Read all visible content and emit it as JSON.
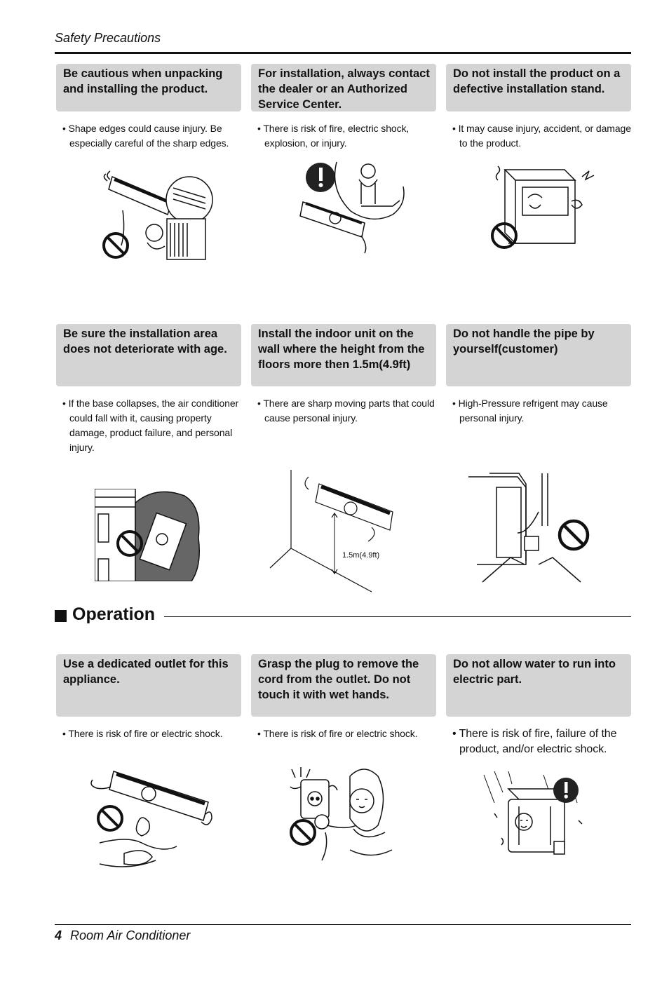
{
  "header": {
    "title": "Safety Precautions"
  },
  "cells": [
    {
      "title": "Be cautious when unpacking and installing the product.",
      "text": "Shape edges could cause injury. Be especially careful of the sharp edges."
    },
    {
      "title": "For installation, always contact the dealer or an Authorized Service Center.",
      "text": "There is risk of fire, electric shock, explosion, or injury."
    },
    {
      "title": "Do not install the product on a defective installation stand.",
      "text": "It may cause injury, accident, or damage to the product."
    },
    {
      "title": "Be sure the installation area does not deteriorate with age.",
      "text": "If the base collapses, the air conditioner could fall with it, causing property damage, product failure, and personal injury."
    },
    {
      "title": "Install the indoor unit on the wall where the height from the floors more then 1.5m(4.9ft)",
      "text": "There are sharp moving parts that could cause personal injury."
    },
    {
      "title": "Do not handle the pipe by yourself(customer)",
      "text": "High-Pressure refrigent may cause personal injury."
    },
    {
      "title": "Use a dedicated outlet for this appliance.",
      "text": "There is risk of fire or electric shock."
    },
    {
      "title": "Grasp the plug to remove the cord from the outlet. Do not touch it with wet hands.",
      "text": "There is risk of fire or electric shock."
    },
    {
      "title": "Do not allow water to run into electric part.",
      "text": "There is risk of fire, failure of the product, and/or electric shock."
    }
  ],
  "illustrations": {
    "height_label": "1.5m(4.9ft)"
  },
  "section": {
    "title": "Operation"
  },
  "footer": {
    "page_number": "4",
    "title": "Room Air Conditioner"
  }
}
